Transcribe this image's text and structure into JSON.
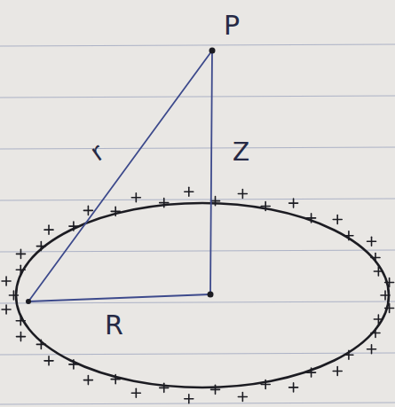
{
  "diagram": {
    "labels": [
      "P",
      "Z",
      "r",
      "R"
    ]
  }
}
